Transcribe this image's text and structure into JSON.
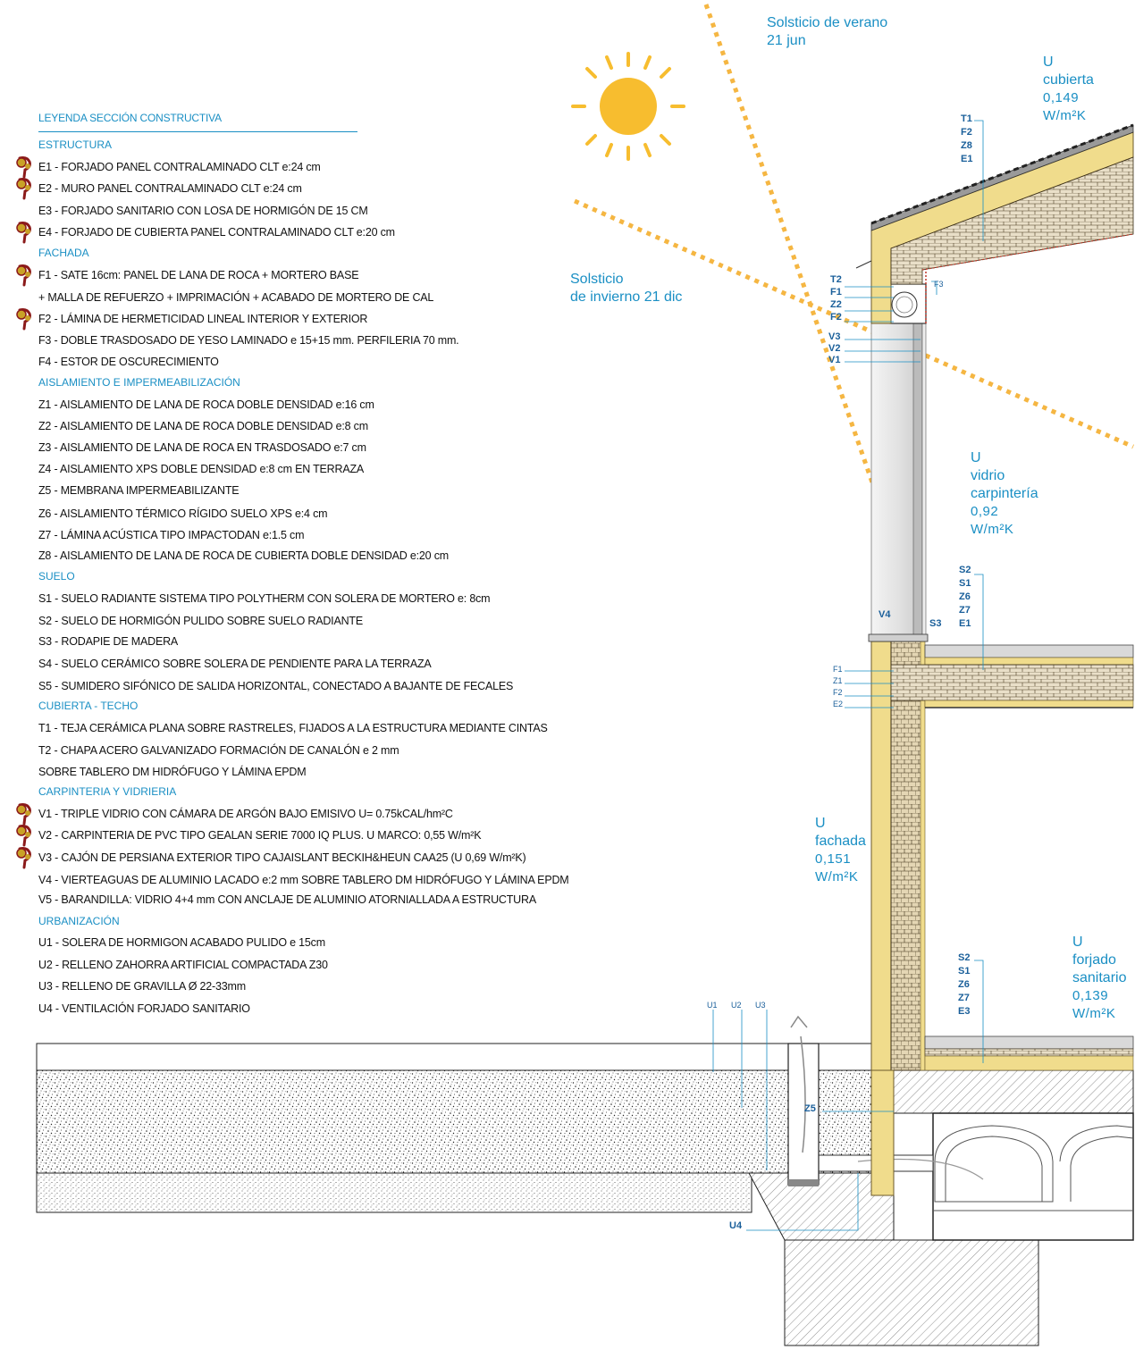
{
  "legend": {
    "title": "LEYENDA SECCIÓN CONSTRUCTIVA",
    "sections": [
      {
        "heading": "ESTRUCTURA",
        "items": [
          {
            "text": "E1 - FORJADO PANEL CONTRALAMINADO CLT e:24 cm",
            "pin": true
          },
          {
            "text": "E2 - MURO PANEL CONTRALAMINADO CLT e:24 cm",
            "pin": true
          },
          {
            "text": "E3 - FORJADO SANITARIO CON LOSA DE HORMIGÓN DE 15 CM",
            "pin": false
          },
          {
            "text": "E4 - FORJADO DE CUBIERTA PANEL CONTRALAMINADO CLT e:20 cm",
            "pin": true
          }
        ]
      },
      {
        "heading": "FACHADA",
        "items": [
          {
            "text": "F1 - SATE 16cm: PANEL DE LANA DE ROCA + MORTERO BASE",
            "pin": true
          },
          {
            "text": "+ MALLA DE REFUERZO + IMPRIMACIÓN + ACABADO DE MORTERO DE CAL",
            "pin": false
          },
          {
            "text": "F2 - LÁMINA DE HERMETICIDAD LINEAL INTERIOR Y EXTERIOR",
            "pin": true
          },
          {
            "text": "F3 - DOBLE TRASDOSADO DE YESO LAMINADO e 15+15 mm. PERFILERIA 70 mm.",
            "pin": false
          },
          {
            "text": "F4 - ESTOR DE OSCURECIMIENTO",
            "pin": false
          }
        ]
      },
      {
        "heading": "AISLAMIENTO E IMPERMEABILIZACIÓN",
        "items": [
          {
            "text": "Z1 - AISLAMIENTO DE LANA DE ROCA DOBLE DENSIDAD e:16 cm",
            "pin": false
          },
          {
            "text": "Z2 - AISLAMIENTO DE LANA DE ROCA DOBLE DENSIDAD e:8 cm",
            "pin": false
          },
          {
            "text": "Z3 - AISLAMIENTO DE LANA DE ROCA EN TRASDOSADO e:7 cm",
            "pin": false
          },
          {
            "text": "Z4 - AISLAMIENTO XPS DOBLE DENSIDAD e:8 cm EN TERRAZA",
            "pin": false
          },
          {
            "text": "Z5 - MEMBRANA IMPERMEABILIZANTE",
            "pin": false
          },
          {
            "text": "Z6 - AISLAMIENTO TÉRMICO RÍGIDO SUELO XPS e:4 cm",
            "pin": false
          },
          {
            "text": "Z7 - LÁMINA ACÚSTICA TIPO IMPACTODAN e:1.5 cm",
            "pin": false
          },
          {
            "text": "Z8 - AISLAMIENTO DE LANA DE ROCA DE CUBIERTA DOBLE DENSIDAD e:20 cm",
            "pin": false
          }
        ]
      },
      {
        "heading": "SUELO",
        "items": [
          {
            "text": "S1 -  SUELO RADIANTE SISTEMA TIPO POLYTHERM CON SOLERA DE MORTERO e: 8cm",
            "pin": false
          },
          {
            "text": "S2 - SUELO DE HORMIGÓN PULIDO SOBRE SUELO RADIANTE",
            "pin": false
          },
          {
            "text": "S3 - RODAPIE DE MADERA",
            "pin": false
          },
          {
            "text": "S4 - SUELO CERÁMICO SOBRE SOLERA DE PENDIENTE PARA LA TERRAZA",
            "pin": false
          },
          {
            "text": "S5 - SUMIDERO SIFÓNICO DE SALIDA HORIZONTAL, CONECTADO A BAJANTE DE FECALES",
            "pin": false
          }
        ]
      },
      {
        "heading": "CUBIERTA - TECHO",
        "items": [
          {
            "text": "T1 - TEJA CERÁMICA PLANA SOBRE RASTRELES, FIJADOS A LA ESTRUCTURA MEDIANTE CINTAS",
            "pin": false
          },
          {
            "text": "T2 - CHAPA ACERO GALVANIZADO FORMACIÓN DE CANALÓN e 2 mm",
            "pin": false
          },
          {
            "text": "SOBRE TABLERO DM HIDRÓFUGO Y LÁMINA EPDM",
            "pin": false
          }
        ]
      },
      {
        "heading": "CARPINTERIA Y VIDRIERIA",
        "items": [
          {
            "text": "V1 - TRIPLE VIDRIO CON CÁMARA DE ARGÓN BAJO EMISIVO  U= 0.75kCAL/hm²C",
            "pin": true
          },
          {
            "text": "V2 - CARPINTERIA DE PVC TIPO GEALAN SERIE 7000 IQ PLUS. U MARCO: 0,55  W/m²K",
            "pin": true
          },
          {
            "text": "V3 - CAJÓN DE PERSIANA EXTERIOR TIPO CAJAISLANT BECKIH&HEUN  CAA25 (U 0,69 W/m²K)",
            "pin": true
          },
          {
            "text": "V4 - VIERTEAGUAS DE ALUMINIO LACADO e:2 mm SOBRE TABLERO DM HIDRÓFUGO Y LÁMINA EPDM",
            "pin": false
          },
          {
            "text": "V5 - BARANDILLA: VIDRIO 4+4 mm CON ANCLAJE DE ALUMINIO ATORNIALLADA A ESTRUCTURA",
            "pin": false
          }
        ]
      },
      {
        "heading": "URBANIZACIÓN",
        "items": [
          {
            "text": "U1 - SOLERA DE HORMIGON ACABADO PULIDO e 15cm",
            "pin": false
          },
          {
            "text": "U2 - RELLENO ZAHORRA ARTIFICIAL COMPACTADA Z30",
            "pin": false
          },
          {
            "text": "U3 - RELLENO DE GRAVILLA Ø 22-33mm",
            "pin": false
          },
          {
            "text": "U4 - VENTILACIÓN FORJADO SANITARIO",
            "pin": false
          }
        ]
      }
    ]
  },
  "sun": {
    "summer_line1": "Solsticio de verano",
    "summer_line2": "21 jun",
    "winter_line1": "Solsticio",
    "winter_line2": "de invierno 21 dic"
  },
  "u_values": {
    "cubierta": {
      "u": "U",
      "name": "cubierta",
      "value": "0,149",
      "unit": "W/m²K"
    },
    "vidrio": {
      "u": "U",
      "name1": "vidrio",
      "name2": "carpintería",
      "value": "0,92",
      "unit": "W/m²K"
    },
    "fachada": {
      "u": "U",
      "name": "fachada",
      "value": "0,151",
      "unit": "W/m²K"
    },
    "forjado": {
      "u": "U",
      "name1": "forjado",
      "name2": "sanitario",
      "value": "0,139",
      "unit": "W/m²K"
    }
  },
  "tags": {
    "roof": [
      "T1",
      "F2",
      "Z8",
      "E1"
    ],
    "eave": [
      "T2",
      "F1",
      "Z2",
      "F2"
    ],
    "f3": "F3",
    "window": [
      "V3",
      "V2",
      "V1"
    ],
    "v4": "V4",
    "s3": "S3",
    "floor1": [
      "S2",
      "S1",
      "Z6",
      "Z7",
      "E1"
    ],
    "wall": [
      "F1",
      "Z1",
      "F2",
      "E2"
    ],
    "floor0": [
      "S2",
      "S1",
      "Z6",
      "Z7",
      "E3"
    ],
    "urb": [
      "U1",
      "U2",
      "U3"
    ],
    "z5": "Z5",
    "u4": "U4"
  },
  "colors": {
    "accent": "#1a8fc4",
    "sun": "#f7b731",
    "sun_rays": "#f5b642",
    "timber": "#f0dc8c",
    "timber_stroke": "#6b5a2a",
    "pin": "#c9a227"
  }
}
